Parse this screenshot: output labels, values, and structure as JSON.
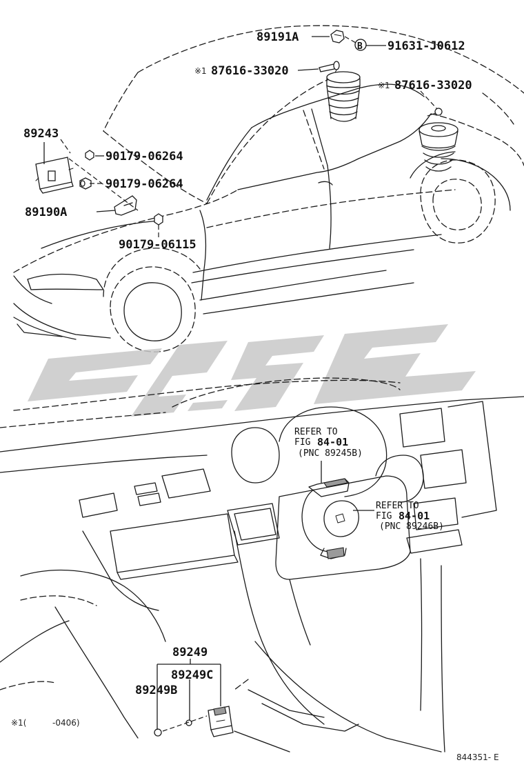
{
  "parts": {
    "p89191A": "89191A",
    "p91631": "91631-J0612",
    "circle_b": "B",
    "note_mark": "※1",
    "p87616_left": "87616-33020",
    "p87616_right": "87616-33020",
    "p89243": "89243",
    "p90179_a": "90179-06264",
    "p90179_b": "90179-06264",
    "p89190A": "89190A",
    "p90179_c": "90179-06115",
    "p89249": "89249",
    "p89249C": "89249C",
    "p89249B": "89249B"
  },
  "refs": {
    "ref1": {
      "line1": "REFER TO",
      "line2": "FIG",
      "fig": "84-01",
      "pnc": "(PNC 89245B)"
    },
    "ref2": {
      "line1": "REFER TO",
      "line2": "FIG",
      "fig": "84-01",
      "pnc": "(PNC 89246B)"
    }
  },
  "footnote": {
    "mark": "※1(",
    "range": "-0406)"
  },
  "diagram_id": "844351- E",
  "colors": {
    "line": "#1a1a1a",
    "watermark": "#c8c8c8",
    "background": "#ffffff"
  }
}
